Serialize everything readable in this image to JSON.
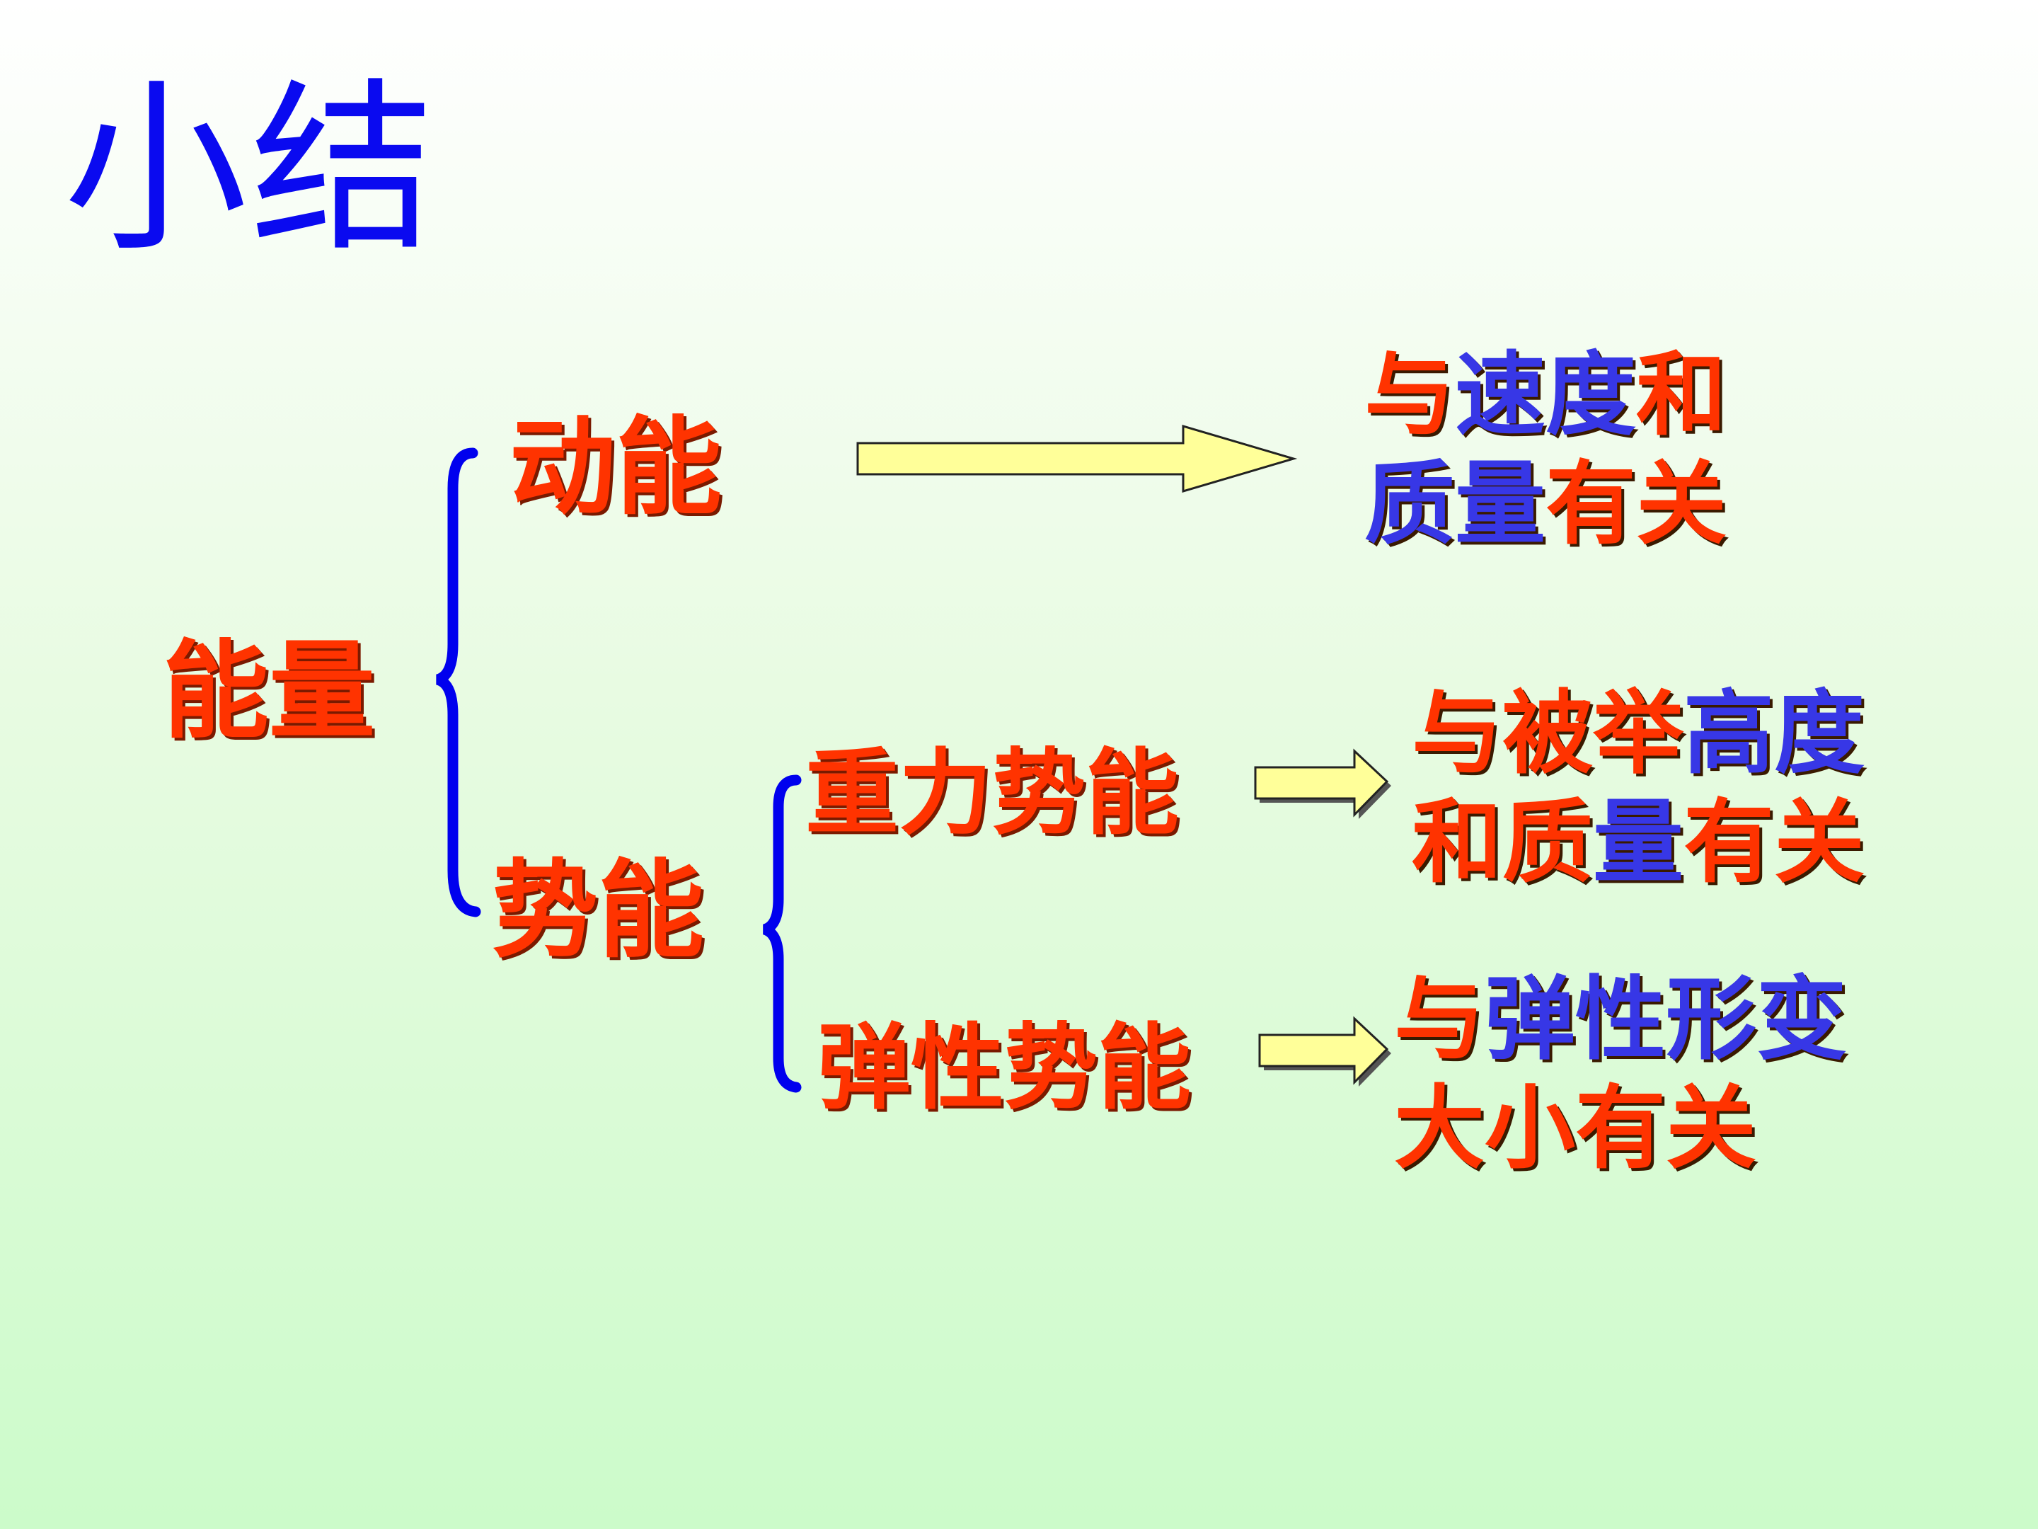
{
  "title": "小结",
  "root": "能量",
  "kinetic": {
    "label": "动能",
    "result_lines": [
      [
        {
          "t": "与",
          "c": "red"
        },
        {
          "t": "速度",
          "c": "blue"
        },
        {
          "t": "和",
          "c": "red"
        }
      ],
      [
        {
          "t": "质量",
          "c": "blue"
        },
        {
          "t": "有关",
          "c": "red"
        }
      ]
    ]
  },
  "potential": {
    "label": "势能",
    "gravitational": {
      "label": "重力势能",
      "result_lines": [
        [
          {
            "t": "与被举",
            "c": "red"
          },
          {
            "t": "高度",
            "c": "blue"
          }
        ],
        [
          {
            "t": "和质",
            "c": "red"
          },
          {
            "t": "量",
            "c": "blue"
          },
          {
            "t": "有关",
            "c": "red"
          }
        ]
      ]
    },
    "elastic": {
      "label": "弹性势能",
      "result_lines": [
        [
          {
            "t": "与",
            "c": "red"
          },
          {
            "t": "弹性形变",
            "c": "blue"
          }
        ],
        [
          {
            "t": "大小有关",
            "c": "red"
          }
        ]
      ]
    }
  },
  "colors": {
    "title": "#0a0af0",
    "brace": "#0000ee",
    "label": "#ff3300",
    "emphasis": "#3737e6",
    "arrow_fill": "#ffff99"
  }
}
